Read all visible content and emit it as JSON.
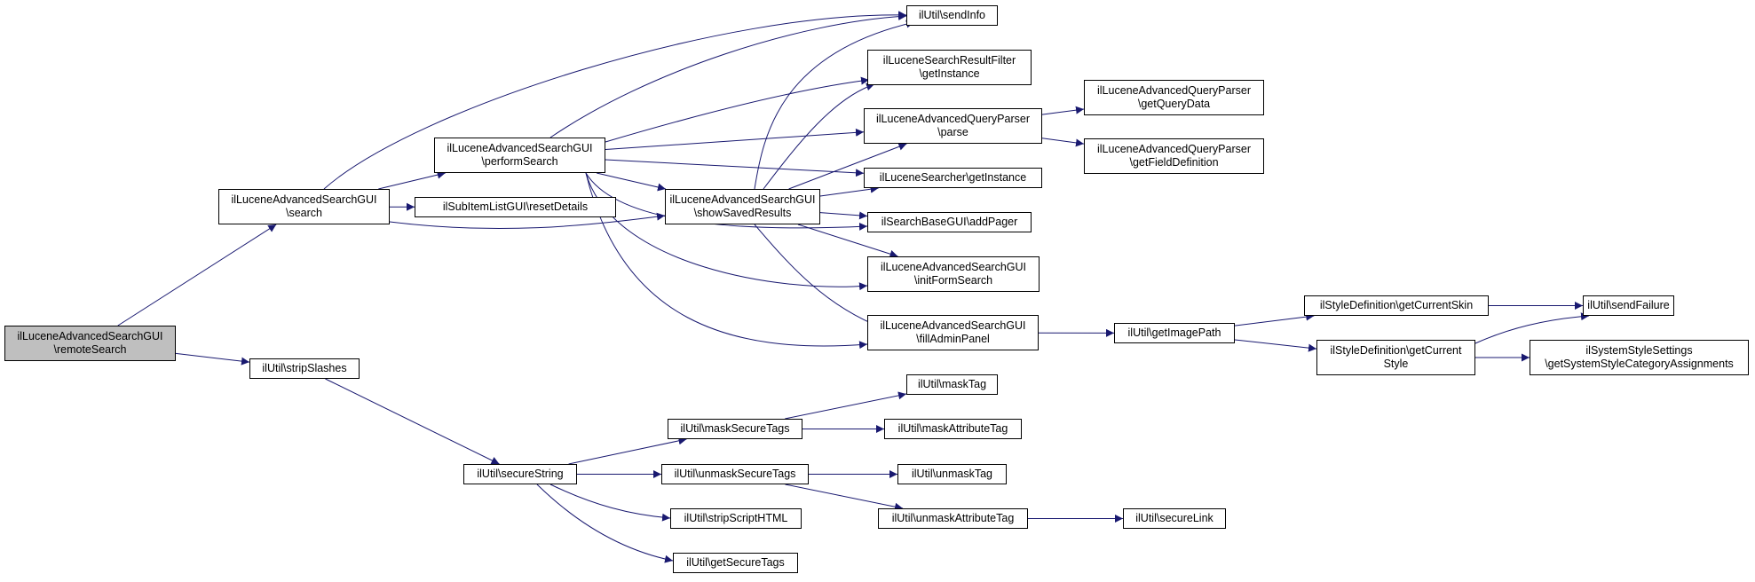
{
  "diagram": {
    "colors": {
      "edge": "#191970",
      "root_fill": "#bfbfbf",
      "node_fill": "#ffffff",
      "border": "#000000"
    },
    "nodes": [
      {
        "id": "remoteSearch",
        "lines": [
          "ilLuceneAdvancedSearchGUI",
          "\\remoteSearch"
        ],
        "root": true
      },
      {
        "id": "search",
        "lines": [
          "ilLuceneAdvancedSearchGUI",
          "\\search"
        ]
      },
      {
        "id": "stripSlashes",
        "lines": [
          "ilUtil\\stripSlashes"
        ]
      },
      {
        "id": "performSearch",
        "lines": [
          "ilLuceneAdvancedSearchGUI",
          "\\performSearch"
        ]
      },
      {
        "id": "resetDetails",
        "lines": [
          "ilSubItemListGUI\\resetDetails"
        ]
      },
      {
        "id": "showSavedResults",
        "lines": [
          "ilLuceneAdvancedSearchGUI",
          "\\showSavedResults"
        ]
      },
      {
        "id": "sendInfo",
        "lines": [
          "ilUtil\\sendInfo"
        ]
      },
      {
        "id": "filterGetInstance",
        "lines": [
          "ilLuceneSearchResultFilter",
          "\\getInstance"
        ]
      },
      {
        "id": "parse",
        "lines": [
          "ilLuceneAdvancedQueryParser",
          "\\parse"
        ]
      },
      {
        "id": "searcherGetInstance",
        "lines": [
          "ilLuceneSearcher\\getInstance"
        ]
      },
      {
        "id": "addPager",
        "lines": [
          "ilSearchBaseGUI\\addPager"
        ]
      },
      {
        "id": "initFormSearch",
        "lines": [
          "ilLuceneAdvancedSearchGUI",
          "\\initFormSearch"
        ]
      },
      {
        "id": "fillAdminPanel",
        "lines": [
          "ilLuceneAdvancedSearchGUI",
          "\\fillAdminPanel"
        ]
      },
      {
        "id": "getQueryData",
        "lines": [
          "ilLuceneAdvancedQueryParser",
          "\\getQueryData"
        ]
      },
      {
        "id": "getFieldDefinition",
        "lines": [
          "ilLuceneAdvancedQueryParser",
          "\\getFieldDefinition"
        ]
      },
      {
        "id": "getImagePath",
        "lines": [
          "ilUtil\\getImagePath"
        ]
      },
      {
        "id": "getCurrentSkin",
        "lines": [
          "ilStyleDefinition\\getCurrentSkin"
        ]
      },
      {
        "id": "getCurrentStyle",
        "lines": [
          "ilStyleDefinition\\getCurrent",
          "Style"
        ]
      },
      {
        "id": "sendFailure",
        "lines": [
          "ilUtil\\sendFailure"
        ]
      },
      {
        "id": "categoryAssignments",
        "lines": [
          "ilSystemStyleSettings",
          "\\getSystemStyleCategoryAssignments"
        ]
      },
      {
        "id": "secureString",
        "lines": [
          "ilUtil\\secureString"
        ]
      },
      {
        "id": "maskSecureTags",
        "lines": [
          "ilUtil\\maskSecureTags"
        ]
      },
      {
        "id": "unmaskSecureTags",
        "lines": [
          "ilUtil\\unmaskSecureTags"
        ]
      },
      {
        "id": "stripScriptHTML",
        "lines": [
          "ilUtil\\stripScriptHTML"
        ]
      },
      {
        "id": "getSecureTags",
        "lines": [
          "ilUtil\\getSecureTags"
        ]
      },
      {
        "id": "maskTag",
        "lines": [
          "ilUtil\\maskTag"
        ]
      },
      {
        "id": "maskAttributeTag",
        "lines": [
          "ilUtil\\maskAttributeTag"
        ]
      },
      {
        "id": "unmaskTag",
        "lines": [
          "ilUtil\\unmaskTag"
        ]
      },
      {
        "id": "unmaskAttributeTag",
        "lines": [
          "ilUtil\\unmaskAttributeTag"
        ]
      },
      {
        "id": "secureLink",
        "lines": [
          "ilUtil\\secureLink"
        ]
      }
    ],
    "edges": [
      [
        "remoteSearch",
        "search"
      ],
      [
        "remoteSearch",
        "stripSlashes"
      ],
      [
        "search",
        "sendInfo"
      ],
      [
        "search",
        "performSearch"
      ],
      [
        "search",
        "resetDetails"
      ],
      [
        "search",
        "showSavedResults"
      ],
      [
        "performSearch",
        "sendInfo"
      ],
      [
        "performSearch",
        "filterGetInstance"
      ],
      [
        "performSearch",
        "parse"
      ],
      [
        "performSearch",
        "searcherGetInstance"
      ],
      [
        "performSearch",
        "showSavedResults"
      ],
      [
        "performSearch",
        "addPager"
      ],
      [
        "performSearch",
        "initFormSearch"
      ],
      [
        "performSearch",
        "fillAdminPanel"
      ],
      [
        "showSavedResults",
        "sendInfo"
      ],
      [
        "showSavedResults",
        "filterGetInstance"
      ],
      [
        "showSavedResults",
        "parse"
      ],
      [
        "showSavedResults",
        "searcherGetInstance"
      ],
      [
        "showSavedResults",
        "addPager"
      ],
      [
        "showSavedResults",
        "initFormSearch"
      ],
      [
        "showSavedResults",
        "fillAdminPanel"
      ],
      [
        "parse",
        "getQueryData"
      ],
      [
        "parse",
        "getFieldDefinition"
      ],
      [
        "fillAdminPanel",
        "getImagePath"
      ],
      [
        "getImagePath",
        "getCurrentSkin"
      ],
      [
        "getImagePath",
        "getCurrentStyle"
      ],
      [
        "getCurrentSkin",
        "sendFailure"
      ],
      [
        "getCurrentStyle",
        "sendFailure"
      ],
      [
        "getCurrentStyle",
        "categoryAssignments"
      ],
      [
        "stripSlashes",
        "secureString"
      ],
      [
        "secureString",
        "maskSecureTags"
      ],
      [
        "secureString",
        "unmaskSecureTags"
      ],
      [
        "secureString",
        "stripScriptHTML"
      ],
      [
        "secureString",
        "getSecureTags"
      ],
      [
        "maskSecureTags",
        "maskTag"
      ],
      [
        "maskSecureTags",
        "maskAttributeTag"
      ],
      [
        "unmaskSecureTags",
        "unmaskTag"
      ],
      [
        "unmaskSecureTags",
        "unmaskAttributeTag"
      ],
      [
        "unmaskAttributeTag",
        "secureLink"
      ]
    ]
  }
}
